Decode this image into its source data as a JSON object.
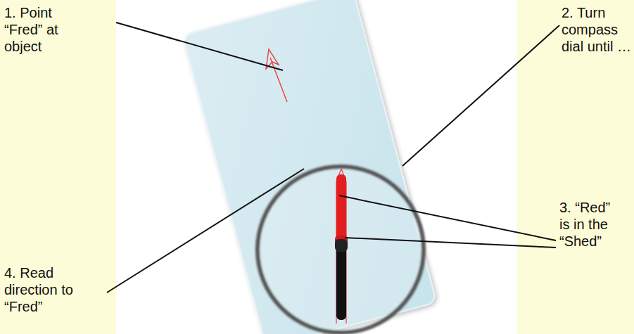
{
  "diagram": {
    "labels": [
      "1. Point “Fred” at object",
      "2. Turn compass dial until …",
      "3. “Red” is in the “Shed”",
      "4. Read direction to “Fred”"
    ]
  }
}
